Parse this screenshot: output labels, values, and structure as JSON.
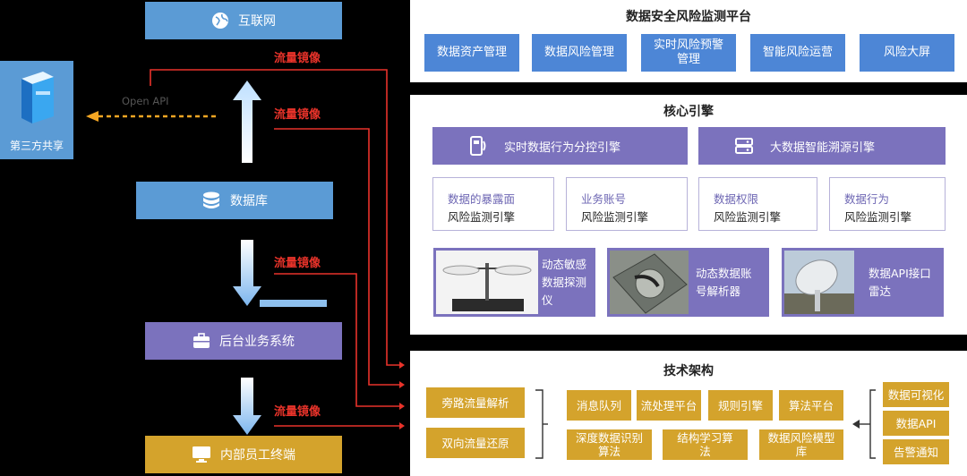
{
  "left": {
    "internet": "互联网",
    "database": "数据库",
    "backend": "后台业务系统",
    "terminal": "内部员工终端",
    "third_party": "第三方共享",
    "open_api": "Open API",
    "mirror_labels": [
      "流量镜像",
      "流量镜像",
      "流量镜像",
      "流量镜像"
    ]
  },
  "platform": {
    "title": "数据安全风险监测平台",
    "buttons": [
      "数据资产管理",
      "数据风险管理",
      "实时风险预警\n管理",
      "智能风险运营",
      "风险大屏"
    ]
  },
  "engine": {
    "title": "核心引擎",
    "top": [
      "实时数据行为分控引擎",
      "大数据智能溯源引擎"
    ],
    "cards": [
      {
        "l1": "数据的暴露面",
        "l2": "风险监测引擎"
      },
      {
        "l1": "业务账号",
        "l2": "风险监测引擎"
      },
      {
        "l1": "数据权限",
        "l2": "风险监测引擎"
      },
      {
        "l1": "数据行为",
        "l2": "风险监测引擎"
      }
    ],
    "image_cards": [
      {
        "line1": "动态敏感",
        "line2": "数据探测",
        "line3": "仪"
      },
      {
        "line1": "动态数据账",
        "line2": "号解析器",
        "line3": ""
      },
      {
        "line1": "数据API接口",
        "line2": "雷达",
        "line3": ""
      }
    ]
  },
  "tech": {
    "title": "技术架构",
    "left": [
      "旁路流量解析",
      "双向流量还原"
    ],
    "mid_row1": [
      "消息队列",
      "流处理平台",
      "规则引擎",
      "算法平台"
    ],
    "mid_row2": [
      "深度数据识别\n算法",
      "结构学习算\n法",
      "数据风险模型\n库"
    ],
    "right": [
      "数据可视化",
      "数据API",
      "告警通知"
    ]
  },
  "colors": {
    "blue": "#5b9bd5",
    "purple": "#7b72bd",
    "gold": "#d4a32c",
    "red": "#e8332a"
  }
}
